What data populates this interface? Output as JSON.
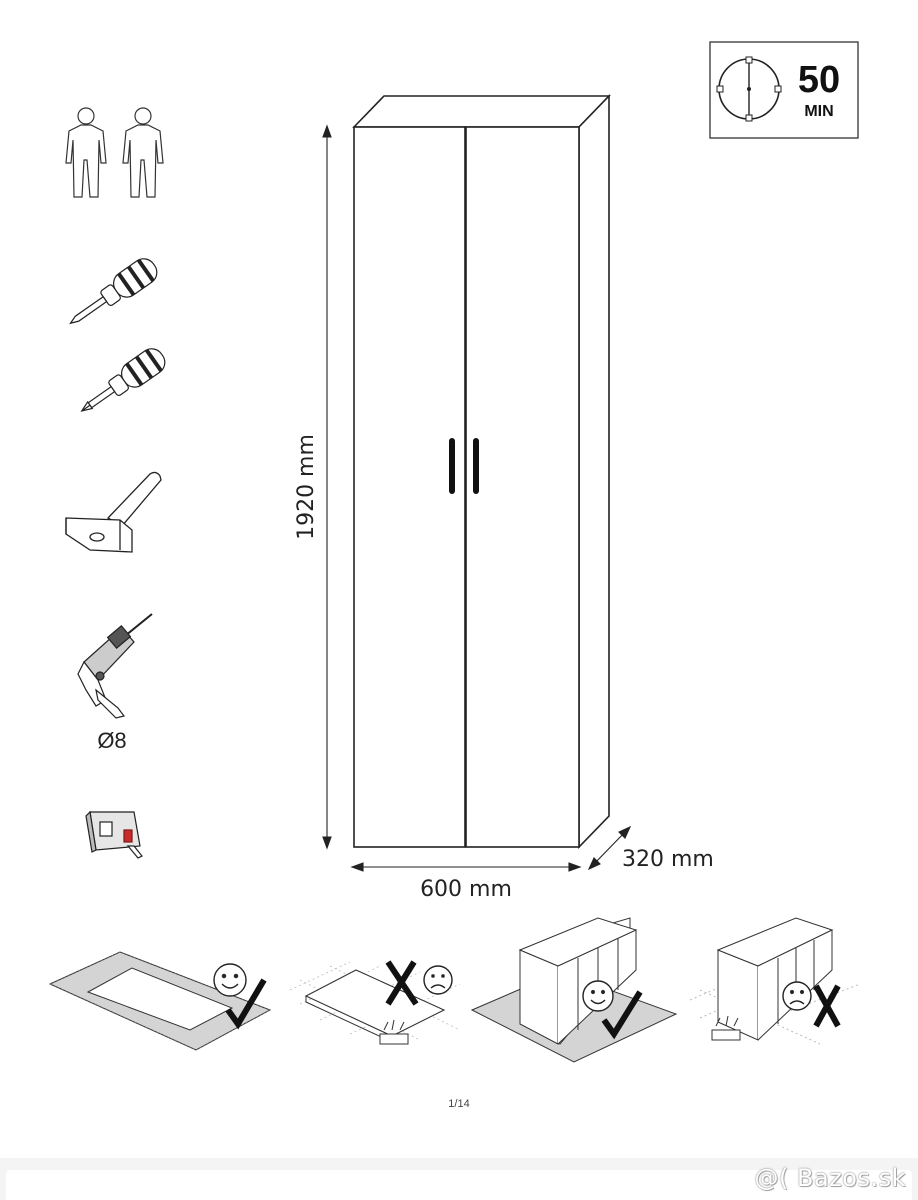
{
  "page": {
    "number": "1/14"
  },
  "time_badge": {
    "value": "50",
    "unit": "MIN"
  },
  "tools": {
    "drill_bit": "Ø8"
  },
  "dimensions": {
    "height": "1920 mm",
    "width": "600 mm",
    "depth": "320 mm"
  },
  "watermark": "@( Bazos.sk",
  "icons": {
    "people": "two-people-icon",
    "flat_screwdriver": "flat-screwdriver-icon",
    "phillips_screwdriver": "phillips-screwdriver-icon",
    "hammer": "hammer-icon",
    "drill": "drill-icon",
    "tape": "tape-measure-icon",
    "clock": "clock-icon"
  }
}
